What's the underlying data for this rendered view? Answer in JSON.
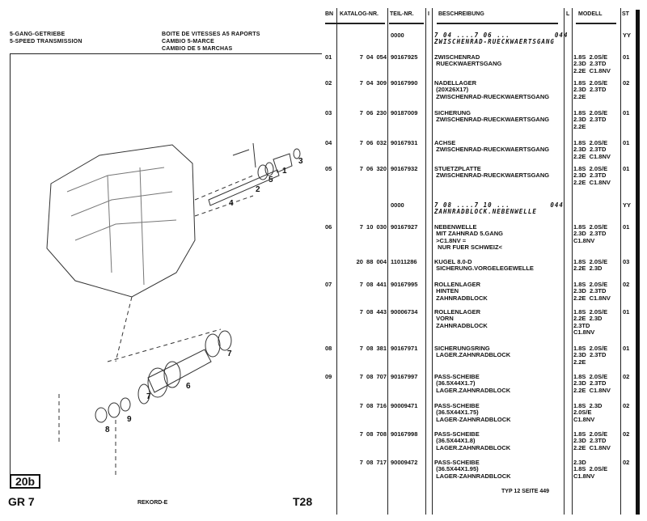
{
  "header": {
    "de": "5-GANG-GETRIEBE",
    "en": "5-SPEED TRANSMISSION",
    "fr": "BOITE DE VITESSES A5 RAPORTS",
    "it": "CAMBIO 5-MARCE",
    "es": "CAMBIO DE 5 MARCHAS"
  },
  "diagram": {
    "callouts": [
      "1",
      "2",
      "3",
      "4",
      "5",
      "6",
      "7",
      "7",
      "8",
      "9"
    ]
  },
  "footer": {
    "badge": "20b",
    "group": "GR 7",
    "model": "REKORD-E",
    "page_code": "T28"
  },
  "table": {
    "columns": [
      "BN",
      "KATALOG-NR.",
      "TEIL-NR.",
      "I",
      "BESCHREIBUNG",
      "L",
      "MODELL",
      "ST"
    ],
    "rows": [
      {
        "bn": "",
        "kat": "",
        "teil": "0000",
        "desc": "7 04 ....7 06 ...          044\nZWISCHENRAD-RUECKWAERTSGANG",
        "italic": true,
        "mod": "",
        "st": "YY"
      },
      {
        "bn": "01",
        "kat": "7 04 054",
        "teil": "90167925",
        "desc": "ZWISCHENRAD\n RUECKWAERTSGANG",
        "mod": "1.8S  2.0S/E\n2.3D  2.3TD\n2.2E  C1.8NV",
        "st": "01"
      },
      {
        "bn": "02",
        "kat": "7 04 309",
        "teil": "90167990",
        "desc": "NADELLAGER\n (20X26X17)\n ZWISCHENRAD-RUECKWAERTSGANG",
        "mod": "1.8S  2.0S/E\n2.3D  2.3TD\n2.2E",
        "st": "02"
      },
      {
        "bn": "03",
        "kat": "7 06 230",
        "teil": "90187009",
        "desc": "SICHERUNG\n ZWISCHENRAD-RUECKWAERTSGANG",
        "mod": "1.8S  2.0S/E\n2.3D  2.3TD\n2.2E",
        "st": "01"
      },
      {
        "bn": "04",
        "kat": "7 06 032",
        "teil": "90167931",
        "desc": "ACHSE\n ZWISCHENRAD-RUECKWAERTSGANG",
        "mod": "1.8S  2.0S/E\n2.3D  2.3TD\n2.2E  C1.8NV",
        "st": "01"
      },
      {
        "bn": "05",
        "kat": "7 06 320",
        "teil": "90167932",
        "desc": "STUETZPLATTE\n ZWISCHENRAD-RUECKWAERTSGANG",
        "mod": "1.8S  2.0S/E\n2.3D  2.3TD\n2.2E  C1.8NV",
        "st": "01"
      },
      {
        "bn": "",
        "kat": "",
        "teil": "0000",
        "desc": "7 08 ....7 10 ...         044\nZAHNRADBLOCK.NEBENWELLE",
        "italic": true,
        "mod": "",
        "st": "YY"
      },
      {
        "bn": "06",
        "kat": "7 10 030",
        "teil": "90167927",
        "desc": "NEBENWELLE\n MIT ZAHNRAD 5.GANG\n >C1.8NV =\n  NUR FUER SCHWEIZ<",
        "mod": "1.8S  2.0S/E\n2.3D  2.3TD\nC1.8NV",
        "st": "01"
      },
      {
        "bn": "",
        "kat": "20 88 004",
        "teil": "11011286",
        "desc": "KUGEL 8.0-D\n SICHERUNG.VORGELEGEWELLE",
        "mod": "1.8S  2.0S/E\n2.2E  2.3D",
        "st": "03"
      },
      {
        "bn": "07",
        "kat": "7 08 441",
        "teil": "90167995",
        "desc": "ROLLENLAGER\n HINTEN\n ZAHNRADBLOCK",
        "mod": "1.8S  2.0S/E\n2.3D  2.3TD\n2.2E  C1.8NV",
        "st": "02"
      },
      {
        "bn": "",
        "kat": "7 08 443",
        "teil": "90006734",
        "desc": "ROLLENLAGER\n VORN\n ZAHNRADBLOCK",
        "mod": "1.8S  2.0S/E\n2.2E  2.3D\n2.3TD\nC1.8NV",
        "st": "01"
      },
      {
        "bn": "08",
        "kat": "7 08 381",
        "teil": "90167971",
        "desc": "SICHERUNGSRING\n LAGER.ZAHNRADBLOCK",
        "mod": "1.8S  2.0S/E\n2.3D  2.3TD\n2.2E",
        "st": "01"
      },
      {
        "bn": "09",
        "kat": "7 08 707",
        "teil": "90167997",
        "desc": "PASS-SCHEIBE\n (36.5X44X1.7)\n LAGER.ZAHNRADBLOCK",
        "mod": "1.8S  2.0S/E\n2.3D  2.3TD\n2.2E  C1.8NV",
        "st": "02"
      },
      {
        "bn": "",
        "kat": "7 08 716",
        "teil": "90009471",
        "desc": "PASS-SCHEIBE\n (36.5X44X1.75)\n LAGER-ZAHNRADBLOCK",
        "mod": "1.8S  2.3D\n2.0S/E\nC1.8NV",
        "st": "02"
      },
      {
        "bn": "",
        "kat": "7 08 708",
        "teil": "90167998",
        "desc": "PASS-SCHEIBE\n (36.5X44X1.8)\n LAGER.ZAHNRADBLOCK",
        "mod": "1.8S  2.0S/E\n2.3D  2.3TD\n2.2E  C1.8NV",
        "st": "02"
      },
      {
        "bn": "",
        "kat": "7 08 717",
        "teil": "90009472",
        "desc": "PASS-SCHEIBE\n (36.5X44X1.95)\n LAGER-ZAHNRADBLOCK",
        "mod": "2.3D\n1.8S  2.0S/E\nC1.8NV",
        "st": "02"
      }
    ],
    "page_ref": "TYP  12  SEITE   449"
  }
}
